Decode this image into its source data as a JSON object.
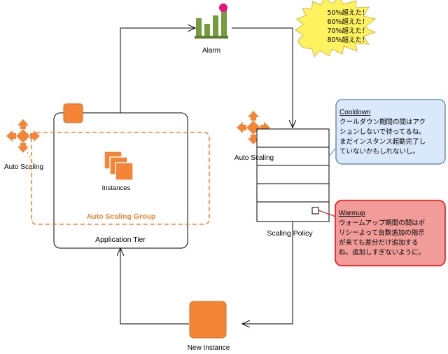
{
  "labels": {
    "alarm": "Alarm",
    "auto_scaling_left": "Auto Scaling",
    "auto_scaling_right": "Auto Scaling",
    "instances": "Instances",
    "auto_scaling_group": "Auto Scaling Group",
    "application_tier": "Application Tier",
    "scaling_policy": "Scaling Policy",
    "new_instance": "New Instance"
  },
  "burst": {
    "lines": [
      "50%超えた！",
      "60%超えた！",
      "70%超えた！",
      "80%超えた！"
    ]
  },
  "cooldown": {
    "title": "Cooldown",
    "lines": [
      "クールダウン期間の間はアク",
      "ションしないで待ってるね。",
      "まだインスタンス起動完了し",
      "ていないかもしれないし。"
    ]
  },
  "warmup": {
    "title": "Warmup",
    "lines": [
      "ウォームアップ期間の間はポ",
      "リシーよって台数追加の指示",
      "が来ても差分だけ追加する",
      "ね。追加しすぎないように。"
    ]
  },
  "colors": {
    "aws_orange": "#f58536",
    "alarm_green": "#759c3e",
    "alarm_dot": "#e7157b",
    "burst_fill": "#fff25f",
    "burst_stroke": "#d6b656",
    "cooldown_fill": "#dae8fc",
    "cooldown_stroke": "#6c8ebf",
    "warmup_fill": "#f19c99",
    "warmup_stroke": "#ff0000"
  }
}
